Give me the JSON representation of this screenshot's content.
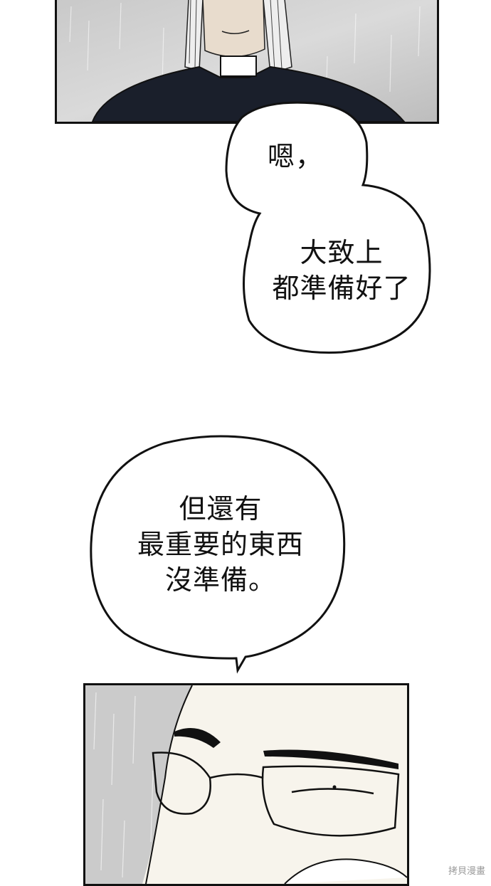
{
  "bubbles": [
    {
      "lines": [
        "嗯，"
      ]
    },
    {
      "lines": [
        "大致上",
        "都準備好了"
      ]
    },
    {
      "lines": [
        "但還有",
        "最重要的東西",
        "沒準備。"
      ]
    }
  ],
  "watermark": "拷貝漫畫",
  "colors": {
    "ink": "#111111",
    "rain_gray": "#cfcfcf",
    "skin": "#f7f4ec",
    "coat": "#1a1f2b"
  }
}
